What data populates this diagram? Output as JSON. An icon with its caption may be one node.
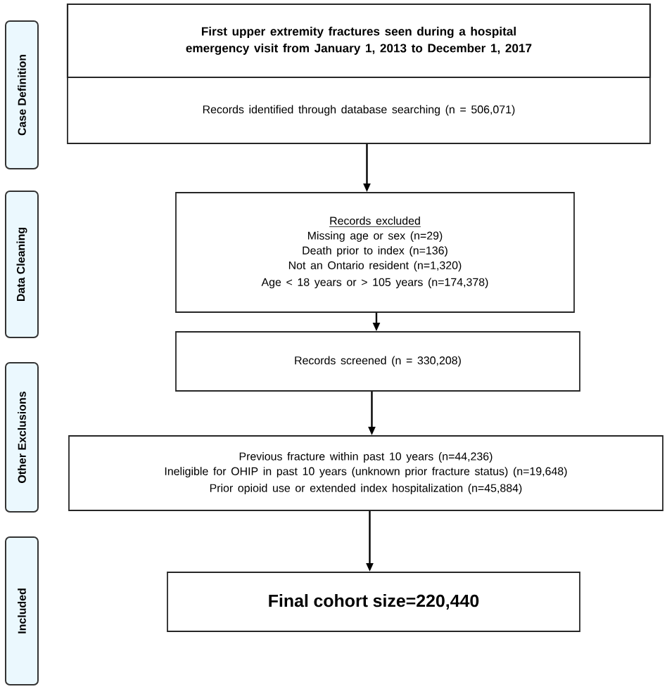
{
  "diagram": {
    "nodes": [
      {
        "text": [
          "Case Definition"
        ]
      },
      {
        "text": [
          "Data Cleaning"
        ]
      },
      {
        "text": [
          "Other Exclusions"
        ]
      },
      {
        "text": [
          "Included"
        ]
      },
      {
        "text": [
          "First upper extremity fractures seen during a hospital emergency visit from January 1, 2013 to December 1, 2017"
        ]
      },
      {
        "text": [
          "Records identified through database searching (n =  506,071)"
        ]
      },
      {
        "text": [
          "Records excluded",
          "Missing age or sex (n=29)",
          "Death prior to index (n=136)",
          "Not an Ontario resident (n=1,320)",
          "Age < 18 years or > 105 years (n=174,378)"
        ]
      },
      {
        "text": [
          "Records screened (n =  330,208)"
        ]
      },
      {
        "text": [
          "Previous fracture within past 10 years (n=44,236)",
          "Ineligible for OHIP in past 10 years (unknown prior fracture status) (n=19,648)",
          "Prior opioid use or extended index hospitalization (n=45,884)"
        ]
      },
      {
        "text": [
          "Final cohort size=220,440"
        ]
      }
    ],
    "edges": [
      {
        "from": 5,
        "to": 6,
        "arrow": "to"
      },
      {
        "from": 6,
        "to": 7,
        "arrow": "to"
      },
      {
        "from": 7,
        "to": 8,
        "arrow": "to"
      },
      {
        "from": 8,
        "to": 9,
        "arrow": "to"
      }
    ]
  }
}
